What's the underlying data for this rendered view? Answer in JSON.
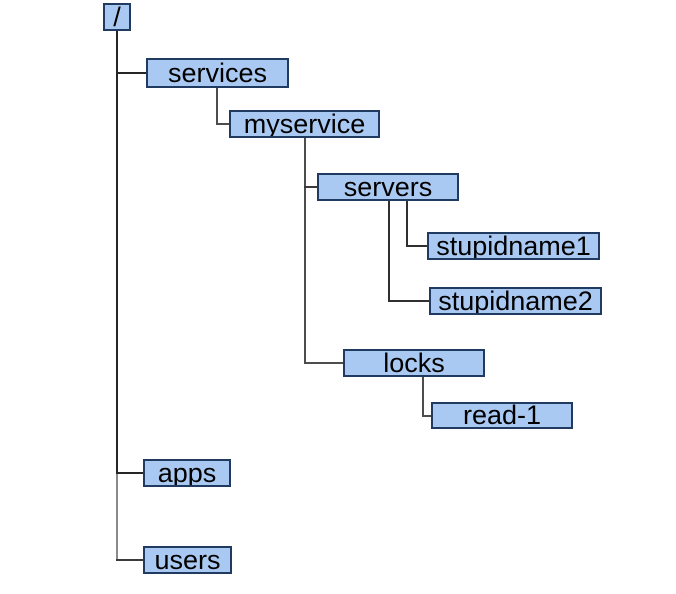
{
  "diagram": {
    "type": "tree",
    "nodes": {
      "root": {
        "label": "/"
      },
      "services": {
        "label": "services"
      },
      "myservice": {
        "label": "myservice"
      },
      "servers": {
        "label": "servers"
      },
      "stupidname1": {
        "label": "stupidname1"
      },
      "stupidname2": {
        "label": "stupidname2"
      },
      "locks": {
        "label": "locks"
      },
      "read1": {
        "label": "read-1"
      },
      "apps": {
        "label": "apps"
      },
      "users": {
        "label": "users"
      }
    },
    "edges": [
      {
        "parent": "/",
        "child": "services"
      },
      {
        "parent": "/",
        "child": "apps"
      },
      {
        "parent": "/",
        "child": "users"
      },
      {
        "parent": "services",
        "child": "myservice"
      },
      {
        "parent": "myservice",
        "child": "servers"
      },
      {
        "parent": "myservice",
        "child": "locks"
      },
      {
        "parent": "servers",
        "child": "stupidname1"
      },
      {
        "parent": "servers",
        "child": "stupidname2"
      },
      {
        "parent": "locks",
        "child": "read-1"
      }
    ],
    "colors": {
      "node_fill": "#A9C9F2",
      "node_border": "#203A60",
      "node_text": "#000000",
      "connector_dark": "#262626",
      "connector_gray": "#4D4D4D",
      "connector_light": "#8A8A8A",
      "background": "#FFFFFF"
    }
  }
}
